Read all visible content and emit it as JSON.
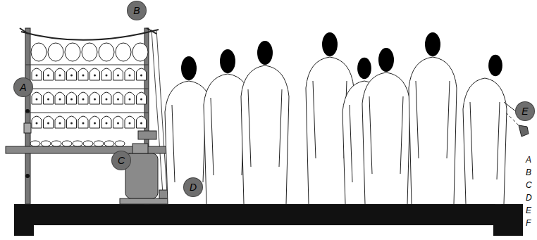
{
  "diagram": {
    "nodes": [
      {
        "text": [
          "A"
        ]
      },
      {
        "text": [
          "B"
        ]
      },
      {
        "text": [
          "C"
        ]
      },
      {
        "text": [
          "D"
        ]
      },
      {
        "text": [
          "E"
        ]
      }
    ],
    "labels": [
      "A",
      "B",
      "C",
      "D",
      "E",
      "F"
    ]
  }
}
